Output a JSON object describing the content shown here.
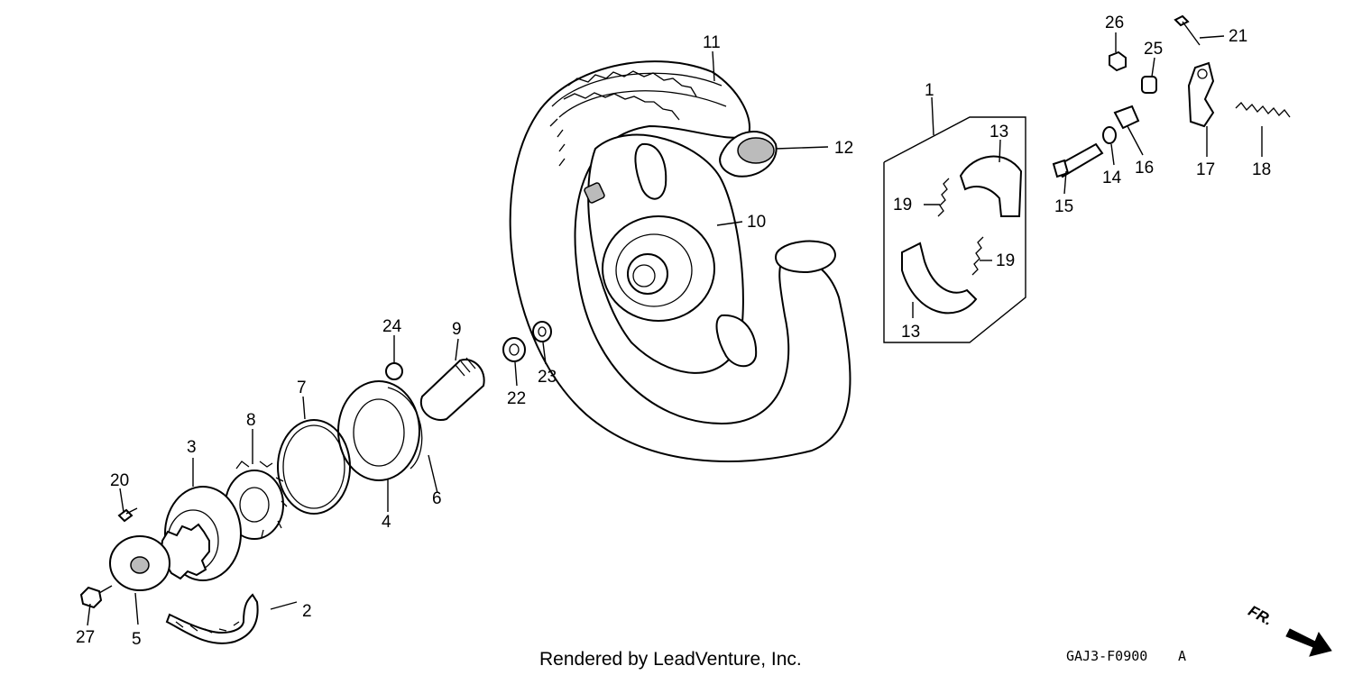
{
  "callouts": [
    {
      "id": "1",
      "label": "1"
    },
    {
      "id": "2",
      "label": "2"
    },
    {
      "id": "3",
      "label": "3"
    },
    {
      "id": "4",
      "label": "4"
    },
    {
      "id": "5",
      "label": "5"
    },
    {
      "id": "6",
      "label": "6"
    },
    {
      "id": "7",
      "label": "7"
    },
    {
      "id": "8",
      "label": "8"
    },
    {
      "id": "9",
      "label": "9"
    },
    {
      "id": "10",
      "label": "10"
    },
    {
      "id": "11",
      "label": "11"
    },
    {
      "id": "12",
      "label": "12"
    },
    {
      "id": "13a",
      "label": "13"
    },
    {
      "id": "13b",
      "label": "13"
    },
    {
      "id": "14",
      "label": "14"
    },
    {
      "id": "15",
      "label": "15"
    },
    {
      "id": "16",
      "label": "16"
    },
    {
      "id": "17",
      "label": "17"
    },
    {
      "id": "18",
      "label": "18"
    },
    {
      "id": "19a",
      "label": "19"
    },
    {
      "id": "19b",
      "label": "19"
    },
    {
      "id": "20",
      "label": "20"
    },
    {
      "id": "21",
      "label": "21"
    },
    {
      "id": "22",
      "label": "22"
    },
    {
      "id": "23",
      "label": "23"
    },
    {
      "id": "24",
      "label": "24"
    },
    {
      "id": "25",
      "label": "25"
    },
    {
      "id": "26",
      "label": "26"
    },
    {
      "id": "27",
      "label": "27"
    }
  ],
  "footer": {
    "credit": "Rendered by LeadVenture, Inc.",
    "diagram_code": "GAJ3-F0900",
    "diagram_rev": "A"
  },
  "direction": {
    "label": "FR.",
    "icon": "arrow-icon"
  }
}
